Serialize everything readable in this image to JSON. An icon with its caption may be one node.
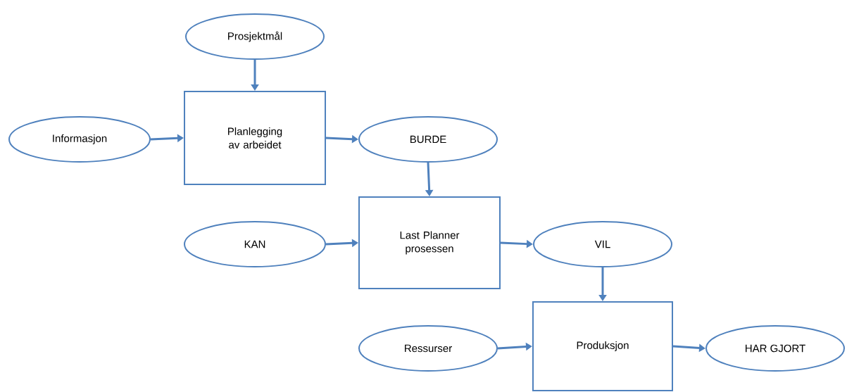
{
  "diagram": {
    "nodes": [
      {
        "text": [
          "Prosjektmål"
        ]
      },
      {
        "text": [
          "Informasjon"
        ]
      },
      {
        "text": [
          "Planlegging av arbeidet"
        ]
      },
      {
        "text": [
          "BURDE"
        ]
      },
      {
        "text": [
          "KAN"
        ]
      },
      {
        "text": [
          "Last Planner prosessen"
        ]
      },
      {
        "text": [
          "VIL"
        ]
      },
      {
        "text": [
          "Ressurser"
        ]
      },
      {
        "text": [
          "Produksjon"
        ]
      },
      {
        "text": [
          "HAR GJORT"
        ]
      }
    ],
    "edges": [
      {
        "from": 0,
        "to": 2,
        "arrow": "to"
      },
      {
        "from": 1,
        "to": 2,
        "arrow": "to"
      },
      {
        "from": 2,
        "to": 3,
        "arrow": "to"
      },
      {
        "from": 3,
        "to": 5,
        "arrow": "to"
      },
      {
        "from": 4,
        "to": 5,
        "arrow": "to"
      },
      {
        "from": 5,
        "to": 6,
        "arrow": "to"
      },
      {
        "from": 6,
        "to": 8,
        "arrow": "to"
      },
      {
        "from": 7,
        "to": 8,
        "arrow": "to"
      },
      {
        "from": 8,
        "to": 9,
        "arrow": "to"
      }
    ]
  }
}
